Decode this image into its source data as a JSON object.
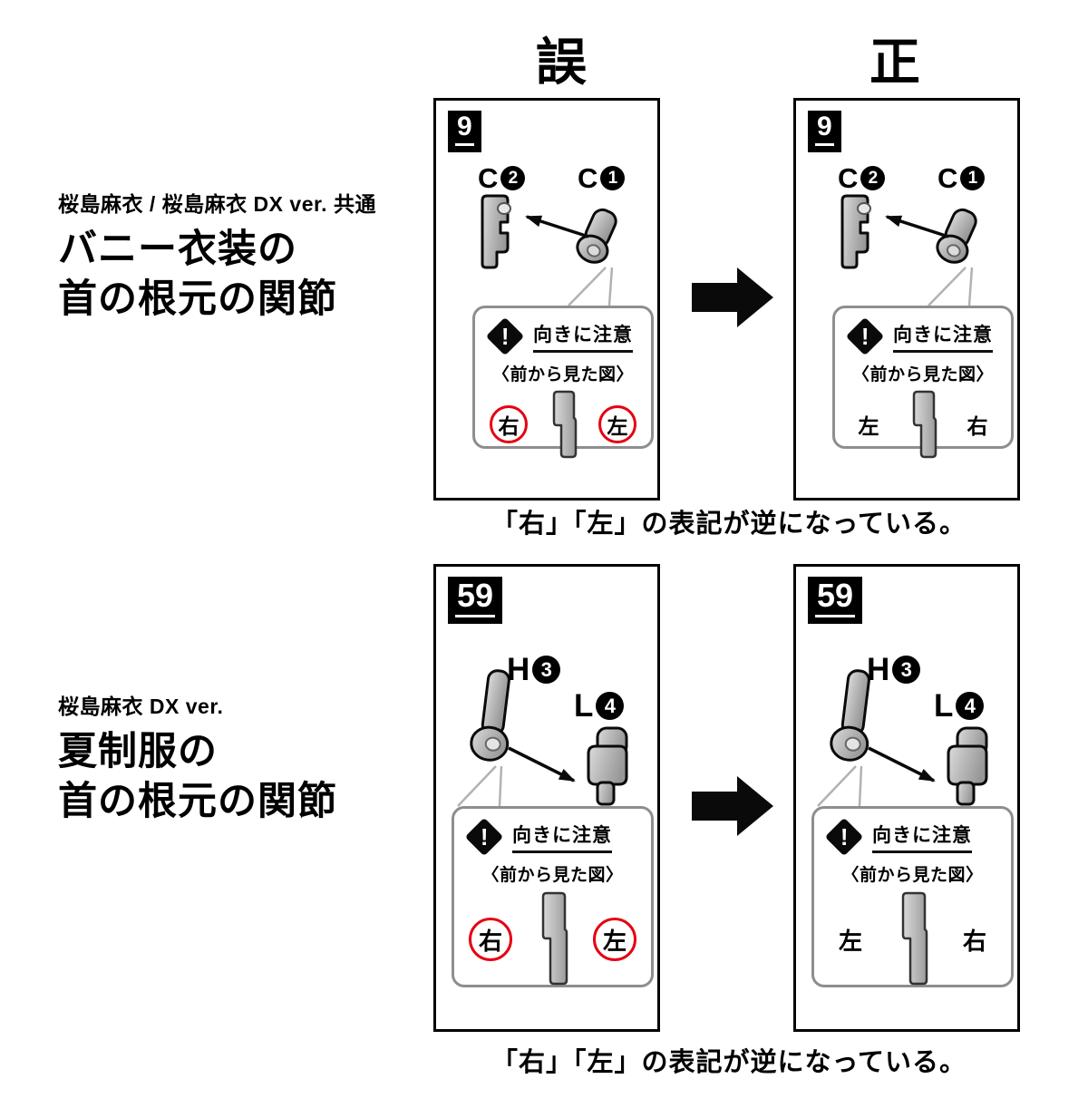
{
  "headers": {
    "wrong": "誤",
    "correct": "正"
  },
  "colors": {
    "accent_red": "#e60012",
    "ink": "#000000",
    "callout_gray": "#8e8e8e",
    "part_gray": "#b0b0b0"
  },
  "warning_mark": "!",
  "sections": [
    {
      "product_label": "桜島麻衣 / 桜島麻衣 DX ver. 共通",
      "title_line1": "バニー衣装の",
      "title_line2": "首の根元の関節",
      "step_number": "9",
      "part_left": {
        "letter": "C",
        "number": "2"
      },
      "part_right": {
        "letter": "C",
        "number": "1"
      },
      "warning_title": "向きに注意",
      "warning_subtitle": "〈前から見た図〉",
      "wrong_panel": {
        "left_label": "右",
        "right_label": "左"
      },
      "correct_panel": {
        "left_label": "左",
        "right_label": "右"
      },
      "caption": "「右」「左」の表記が逆になっている。"
    },
    {
      "product_label": "桜島麻衣 DX ver.",
      "title_line1": "夏制服の",
      "title_line2": "首の根元の関節",
      "step_number": "59",
      "part_left": {
        "letter": "H",
        "number": "3"
      },
      "part_right": {
        "letter": "L",
        "number": "4"
      },
      "warning_title": "向きに注意",
      "warning_subtitle": "〈前から見た図〉",
      "wrong_panel": {
        "left_label": "右",
        "right_label": "左"
      },
      "correct_panel": {
        "left_label": "左",
        "right_label": "右"
      },
      "caption": "「右」「左」の表記が逆になっている。"
    }
  ]
}
